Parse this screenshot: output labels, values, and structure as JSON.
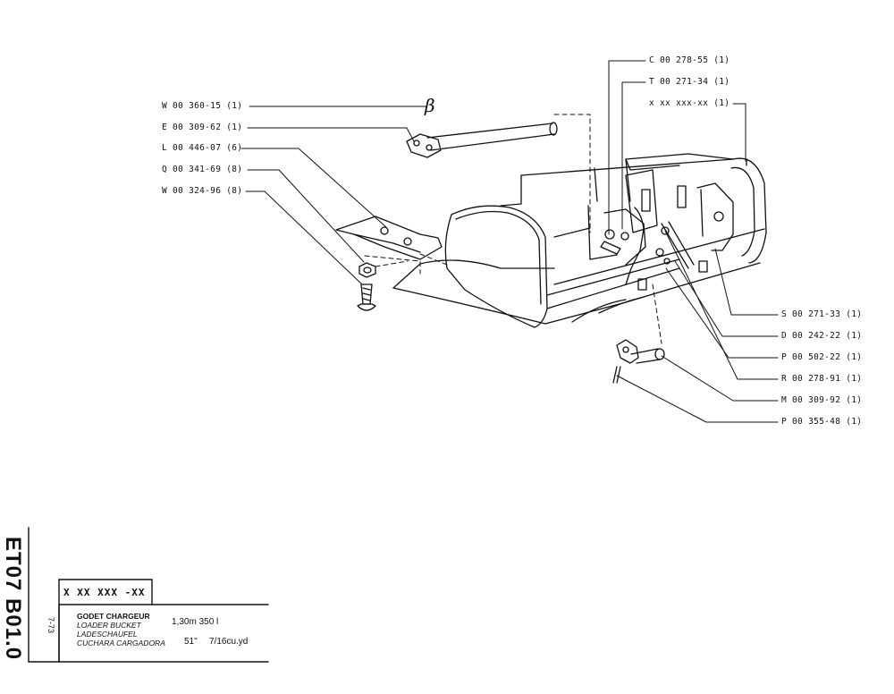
{
  "part_labels": [
    {
      "id": "w1",
      "text": "W 00 360-15  (1)"
    },
    {
      "id": "e1",
      "text": "E 00 309-62  (1)"
    },
    {
      "id": "l1",
      "text": "L 00 446-07  (6)"
    },
    {
      "id": "q1",
      "text": "Q 00 341-69  (8)"
    },
    {
      "id": "w2",
      "text": "W 00 324-96  (8)"
    },
    {
      "id": "c1",
      "text": "C 00 278-55  (1)"
    },
    {
      "id": "t1",
      "text": "T 00 271-34  (1)"
    },
    {
      "id": "x1",
      "text": "x xx xxx-xx  (1)"
    },
    {
      "id": "s1",
      "text": "S 00 271-33  (1)"
    },
    {
      "id": "d1",
      "text": "D 00 242-22  (1)"
    },
    {
      "id": "p1",
      "text": "P 00 502-22  (1)"
    },
    {
      "id": "r1",
      "text": "R 00 278-91  (1)"
    },
    {
      "id": "m1",
      "text": "M 00 309-92  (1)"
    },
    {
      "id": "p2",
      "text": "P 00 355-48  (1)"
    }
  ],
  "beta_mark": "β",
  "title_block": {
    "sheet_code": "ET07 B01.0",
    "date": "7-73",
    "part_ref": "X XX XXX -XX",
    "names": [
      "GODET CHARGEUR",
      "LOADER BUCKET",
      "LADESCHAUFEL",
      "CUCHARA CARGADORA"
    ],
    "spec_metric": "1,30m 350 l",
    "spec_imperial_in": "51\"",
    "spec_imperial_yd": "7/16cu.yd"
  },
  "colors": {
    "ink": "#111111",
    "paper": "#ffffff"
  }
}
